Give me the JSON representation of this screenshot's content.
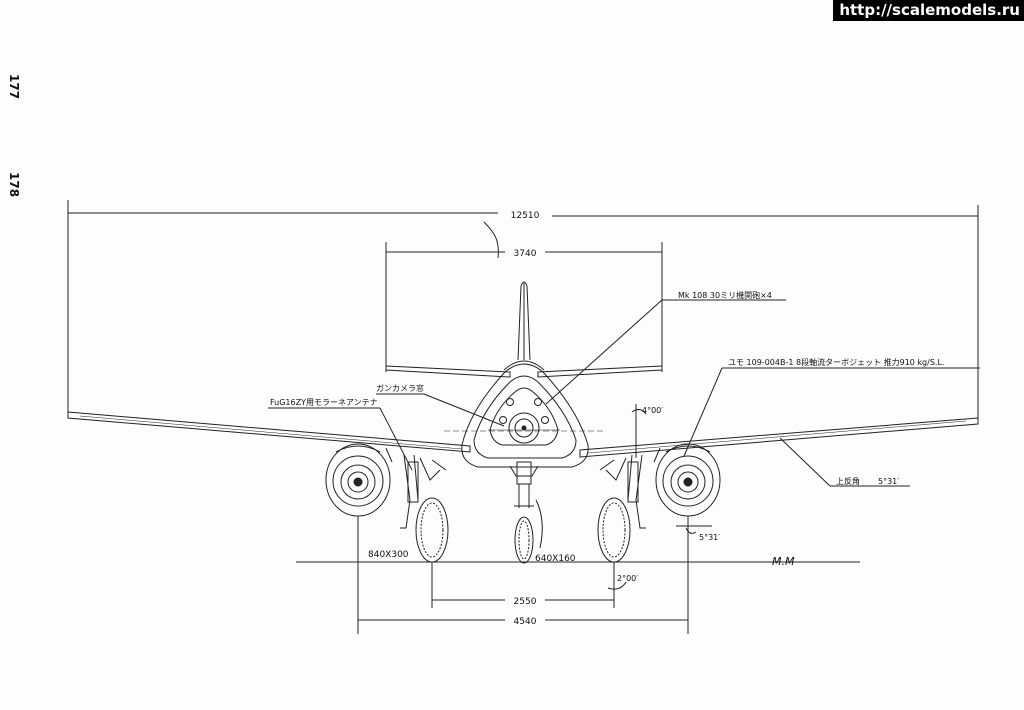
{
  "watermark": "http://scalemodels.ru",
  "page_numbers": [
    "177",
    "178"
  ],
  "dimensions": {
    "span": "12510",
    "tailplane_span": "3740",
    "main_gear_track": "2550",
    "nacelle_spacing": "4540",
    "main_tire": "840X300",
    "nose_tire": "640X160"
  },
  "angles": {
    "dihedral_label": "上反角",
    "dihedral": "5°31′",
    "nacelle_angle": "5°31′",
    "gear_angle_top": "4°00′",
    "gear_angle_bottom": "2°00′"
  },
  "callouts": {
    "cannons": "Mk 108 30ミリ機関砲×4",
    "engine": "ユモ 109-004B-1 8段軸流ターボジェット 推力910 kg/S.L.",
    "gun_camera": "ガンカメラ窓",
    "antenna": "FuG16ZY用モラーネアンテナ"
  },
  "signature": "M.M"
}
